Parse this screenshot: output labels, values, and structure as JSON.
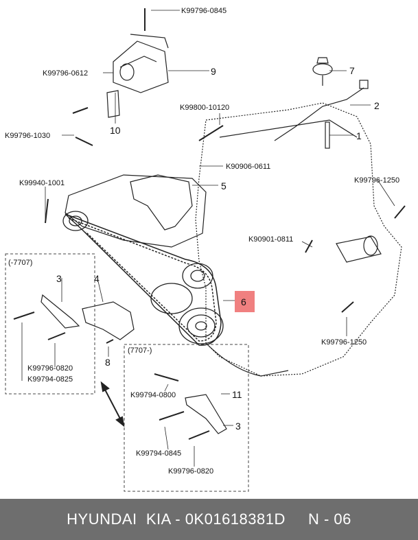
{
  "diagram": {
    "part_codes": {
      "k_0845_top": "K99796-0845",
      "k_0612": "K99796-0612",
      "k_10120": "K99800-10120",
      "k_1030": "K99796-1030",
      "k_0611": "K90906-0611",
      "k_1001": "K99940-1001",
      "k_1250_right": "K99796-1250",
      "k_0811": "K90901-0811",
      "k_1250_bottom": "K99796-1250",
      "k_0820_left": "K99796-0820",
      "k_0825": "K99794-0825",
      "k_0800": "K99794-0800",
      "k_0845_bottom": "K99794-0845",
      "k_0820_right": "K99796-0820"
    },
    "callouts": {
      "n1": "1",
      "n2": "2",
      "n3_left": "3",
      "n3_right": "3",
      "n4": "4",
      "n5": "5",
      "n6": "6",
      "n7": "7",
      "n8": "8",
      "n9": "9",
      "n10": "10",
      "n11": "11"
    },
    "box_labels": {
      "left_box": "(-7707)",
      "right_box": "(7707-)"
    },
    "colors": {
      "highlight_fill": "#f08080",
      "footer_bg": "#6e6e6e",
      "line": "#222222"
    }
  },
  "footer": {
    "brand": "HYUNDAI  KIA",
    "sep1": " - ",
    "part_number": "0K01618381D",
    "sheet": "N - 06"
  }
}
